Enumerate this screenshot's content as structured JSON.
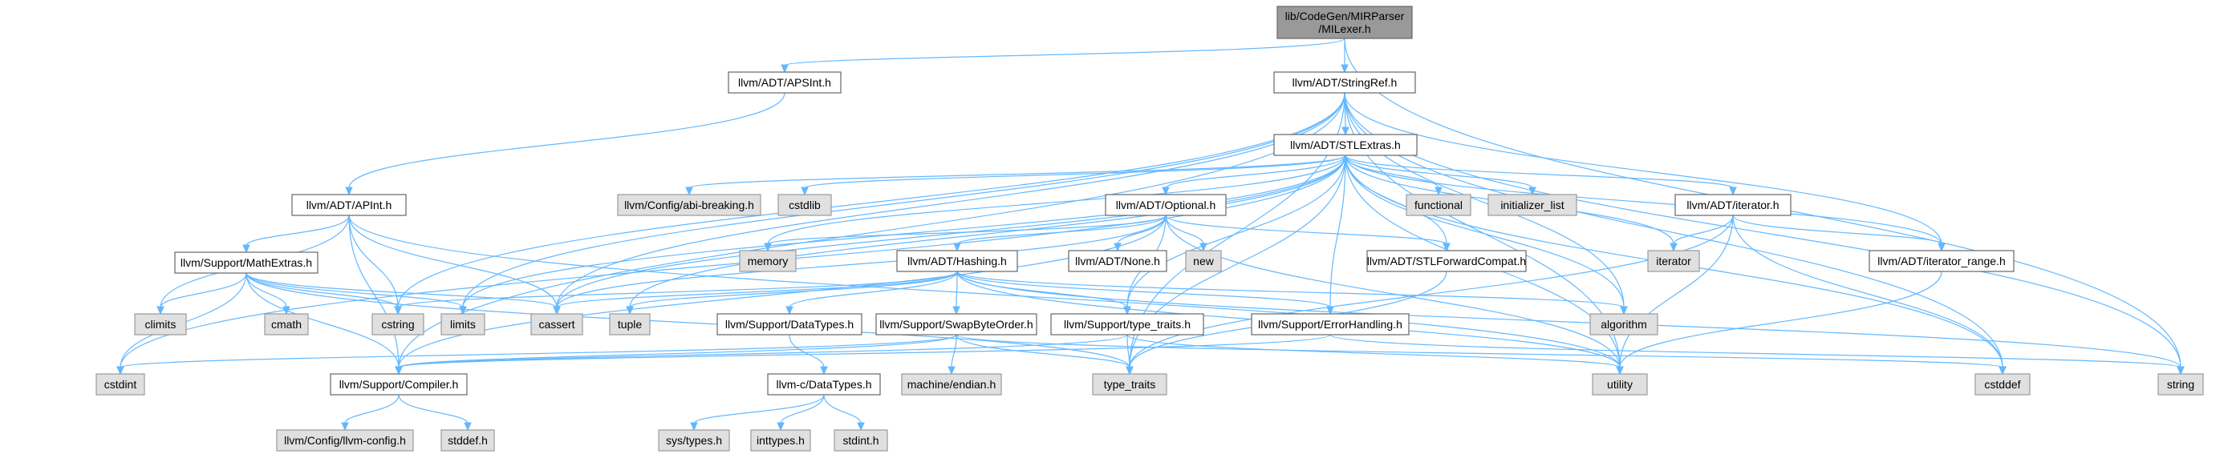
{
  "colors": {
    "root_fill": "#999999",
    "header_fill": "#ffffff",
    "system_fill": "#e0e0e0",
    "header_border": "#666666",
    "system_border": "#999999",
    "edge": "#63b8ff",
    "background": "#ffffff"
  },
  "nodes": [
    {
      "id": "mlexer",
      "lines": [
        "lib/CodeGen/MIRParser",
        "/MILexer.h"
      ],
      "kind": "root"
    },
    {
      "id": "apsint",
      "lines": [
        "llvm/ADT/APSInt.h"
      ],
      "kind": "header"
    },
    {
      "id": "stringref",
      "lines": [
        "llvm/ADT/StringRef.h"
      ],
      "kind": "header"
    },
    {
      "id": "apint",
      "lines": [
        "llvm/ADT/APInt.h"
      ],
      "kind": "header"
    },
    {
      "id": "stlextras",
      "lines": [
        "llvm/ADT/STLExtras.h"
      ],
      "kind": "header"
    },
    {
      "id": "mathextras",
      "lines": [
        "llvm/Support/MathExtras.h"
      ],
      "kind": "header"
    },
    {
      "id": "abibreaking",
      "lines": [
        "llvm/Config/abi-breaking.h"
      ],
      "kind": "system"
    },
    {
      "id": "cstdlib",
      "lines": [
        "cstdlib"
      ],
      "kind": "system"
    },
    {
      "id": "optional",
      "lines": [
        "llvm/ADT/Optional.h"
      ],
      "kind": "header"
    },
    {
      "id": "functional",
      "lines": [
        "functional"
      ],
      "kind": "system"
    },
    {
      "id": "initlist",
      "lines": [
        "initializer_list"
      ],
      "kind": "system"
    },
    {
      "id": "iteratorh",
      "lines": [
        "llvm/ADT/iterator.h"
      ],
      "kind": "header"
    },
    {
      "id": "memory",
      "lines": [
        "memory"
      ],
      "kind": "system"
    },
    {
      "id": "hashing",
      "lines": [
        "llvm/ADT/Hashing.h"
      ],
      "kind": "header"
    },
    {
      "id": "noneh",
      "lines": [
        "llvm/ADT/None.h"
      ],
      "kind": "header"
    },
    {
      "id": "new",
      "lines": [
        "new"
      ],
      "kind": "system"
    },
    {
      "id": "stlfwd",
      "lines": [
        "llvm/ADT/STLForwardCompat.h"
      ],
      "kind": "header"
    },
    {
      "id": "iterator",
      "lines": [
        "iterator"
      ],
      "kind": "system"
    },
    {
      "id": "iterrange",
      "lines": [
        "llvm/ADT/iterator_range.h"
      ],
      "kind": "header"
    },
    {
      "id": "climits",
      "lines": [
        "climits"
      ],
      "kind": "system"
    },
    {
      "id": "cmath",
      "lines": [
        "cmath"
      ],
      "kind": "system"
    },
    {
      "id": "cstring",
      "lines": [
        "cstring"
      ],
      "kind": "system"
    },
    {
      "id": "limits",
      "lines": [
        "limits"
      ],
      "kind": "system"
    },
    {
      "id": "cassert",
      "lines": [
        "cassert"
      ],
      "kind": "system"
    },
    {
      "id": "tuple",
      "lines": [
        "tuple"
      ],
      "kind": "system"
    },
    {
      "id": "datatypes",
      "lines": [
        "llvm/Support/DataTypes.h"
      ],
      "kind": "header"
    },
    {
      "id": "swapbyte",
      "lines": [
        "llvm/Support/SwapByteOrder.h"
      ],
      "kind": "header"
    },
    {
      "id": "typetraitsh",
      "lines": [
        "llvm/Support/type_traits.h"
      ],
      "kind": "header"
    },
    {
      "id": "errorhandling",
      "lines": [
        "llvm/Support/ErrorHandling.h"
      ],
      "kind": "header"
    },
    {
      "id": "algorithm",
      "lines": [
        "algorithm"
      ],
      "kind": "system"
    },
    {
      "id": "cstdint",
      "lines": [
        "cstdint"
      ],
      "kind": "system"
    },
    {
      "id": "compiler",
      "lines": [
        "llvm/Support/Compiler.h"
      ],
      "kind": "header"
    },
    {
      "id": "cdatatypes",
      "lines": [
        "llvm-c/DataTypes.h"
      ],
      "kind": "header"
    },
    {
      "id": "machendian",
      "lines": [
        "machine/endian.h"
      ],
      "kind": "system"
    },
    {
      "id": "type_traits",
      "lines": [
        "type_traits"
      ],
      "kind": "system"
    },
    {
      "id": "utility",
      "lines": [
        "utility"
      ],
      "kind": "system"
    },
    {
      "id": "cstddef",
      "lines": [
        "cstddef"
      ],
      "kind": "system"
    },
    {
      "id": "string",
      "lines": [
        "string"
      ],
      "kind": "system"
    },
    {
      "id": "llvmconfig",
      "lines": [
        "llvm/Config/llvm-config.h"
      ],
      "kind": "system"
    },
    {
      "id": "stddef",
      "lines": [
        "stddef.h"
      ],
      "kind": "system"
    },
    {
      "id": "systypes",
      "lines": [
        "sys/types.h"
      ],
      "kind": "system"
    },
    {
      "id": "inttypes",
      "lines": [
        "inttypes.h"
      ],
      "kind": "system"
    },
    {
      "id": "stdint",
      "lines": [
        "stdint.h"
      ],
      "kind": "system"
    }
  ],
  "edges": [
    [
      "mlexer",
      "apsint"
    ],
    [
      "mlexer",
      "stringref"
    ],
    [
      "mlexer",
      "string"
    ],
    [
      "apsint",
      "apint"
    ],
    [
      "stringref",
      "stlextras"
    ],
    [
      "stringref",
      "iterrange"
    ],
    [
      "stringref",
      "compiler"
    ],
    [
      "stringref",
      "algorithm"
    ],
    [
      "stringref",
      "cassert"
    ],
    [
      "stringref",
      "cstddef"
    ],
    [
      "stringref",
      "cstring"
    ],
    [
      "stringref",
      "limits"
    ],
    [
      "stringref",
      "string"
    ],
    [
      "stringref",
      "type_traits"
    ],
    [
      "stringref",
      "utility"
    ],
    [
      "apint",
      "mathextras"
    ],
    [
      "apint",
      "compiler"
    ],
    [
      "apint",
      "cassert"
    ],
    [
      "apint",
      "climits"
    ],
    [
      "apint",
      "cstring"
    ],
    [
      "apint",
      "utility"
    ],
    [
      "stlextras",
      "abibreaking"
    ],
    [
      "stlextras",
      "cstdlib"
    ],
    [
      "stlextras",
      "optional"
    ],
    [
      "stlextras",
      "functional"
    ],
    [
      "stlextras",
      "initlist"
    ],
    [
      "stlextras",
      "iteratorh"
    ],
    [
      "stlextras",
      "memory"
    ],
    [
      "stlextras",
      "stlfwd"
    ],
    [
      "stlextras",
      "iterator"
    ],
    [
      "stlextras",
      "iterrange"
    ],
    [
      "stlextras",
      "typetraitsh"
    ],
    [
      "stlextras",
      "errorhandling"
    ],
    [
      "stlextras",
      "algorithm"
    ],
    [
      "stlextras",
      "cassert"
    ],
    [
      "stlextras",
      "cstddef"
    ],
    [
      "stlextras",
      "cstdint"
    ],
    [
      "stlextras",
      "limits"
    ],
    [
      "stlextras",
      "tuple"
    ],
    [
      "stlextras",
      "type_traits"
    ],
    [
      "stlextras",
      "utility"
    ],
    [
      "mathextras",
      "compiler"
    ],
    [
      "mathextras",
      "cassert"
    ],
    [
      "mathextras",
      "climits"
    ],
    [
      "mathextras",
      "cmath"
    ],
    [
      "mathextras",
      "cstdint"
    ],
    [
      "mathextras",
      "cstring"
    ],
    [
      "mathextras",
      "limits"
    ],
    [
      "mathextras",
      "type_traits"
    ],
    [
      "optional",
      "hashing"
    ],
    [
      "optional",
      "noneh"
    ],
    [
      "optional",
      "new"
    ],
    [
      "optional",
      "stlfwd"
    ],
    [
      "optional",
      "typetraitsh"
    ],
    [
      "optional",
      "compiler"
    ],
    [
      "optional",
      "cassert"
    ],
    [
      "optional",
      "memory"
    ],
    [
      "optional",
      "utility"
    ],
    [
      "iteratorh",
      "iterrange"
    ],
    [
      "iteratorh",
      "cstddef"
    ],
    [
      "iteratorh",
      "iterator"
    ],
    [
      "iteratorh",
      "type_traits"
    ],
    [
      "iteratorh",
      "utility"
    ],
    [
      "hashing",
      "datatypes"
    ],
    [
      "hashing",
      "errorhandling"
    ],
    [
      "hashing",
      "swapbyte"
    ],
    [
      "hashing",
      "typetraitsh"
    ],
    [
      "hashing",
      "algorithm"
    ],
    [
      "hashing",
      "cassert"
    ],
    [
      "hashing",
      "cstring"
    ],
    [
      "hashing",
      "string"
    ],
    [
      "hashing",
      "tuple"
    ],
    [
      "hashing",
      "utility"
    ],
    [
      "stlfwd",
      "type_traits"
    ],
    [
      "iterrange",
      "utility"
    ],
    [
      "datatypes",
      "cdatatypes"
    ],
    [
      "swapbyte",
      "compiler"
    ],
    [
      "swapbyte",
      "cstddef"
    ],
    [
      "swapbyte",
      "cstdint"
    ],
    [
      "swapbyte",
      "type_traits"
    ],
    [
      "swapbyte",
      "machendian"
    ],
    [
      "typetraitsh",
      "compiler"
    ],
    [
      "typetraitsh",
      "type_traits"
    ],
    [
      "typetraitsh",
      "utility"
    ],
    [
      "errorhandling",
      "compiler"
    ],
    [
      "errorhandling",
      "string"
    ],
    [
      "compiler",
      "llvmconfig"
    ],
    [
      "compiler",
      "stddef"
    ],
    [
      "cdatatypes",
      "inttypes"
    ],
    [
      "cdatatypes",
      "stdint"
    ],
    [
      "cdatatypes",
      "systypes"
    ]
  ]
}
